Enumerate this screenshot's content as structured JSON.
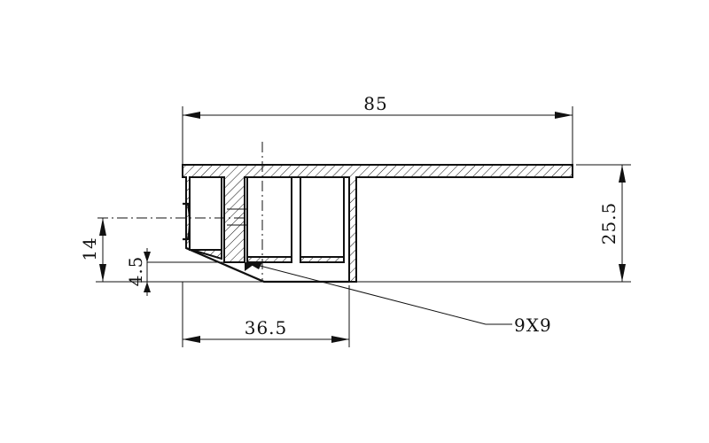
{
  "drawing": {
    "dimensions": {
      "overall_length": "85",
      "overall_height": "25.5",
      "base_width": "36.5",
      "center_height": "14",
      "step_height": "4.5"
    },
    "callout": {
      "label": "9X9"
    },
    "colors": {
      "line": "#111111",
      "background": "#ffffff"
    }
  }
}
